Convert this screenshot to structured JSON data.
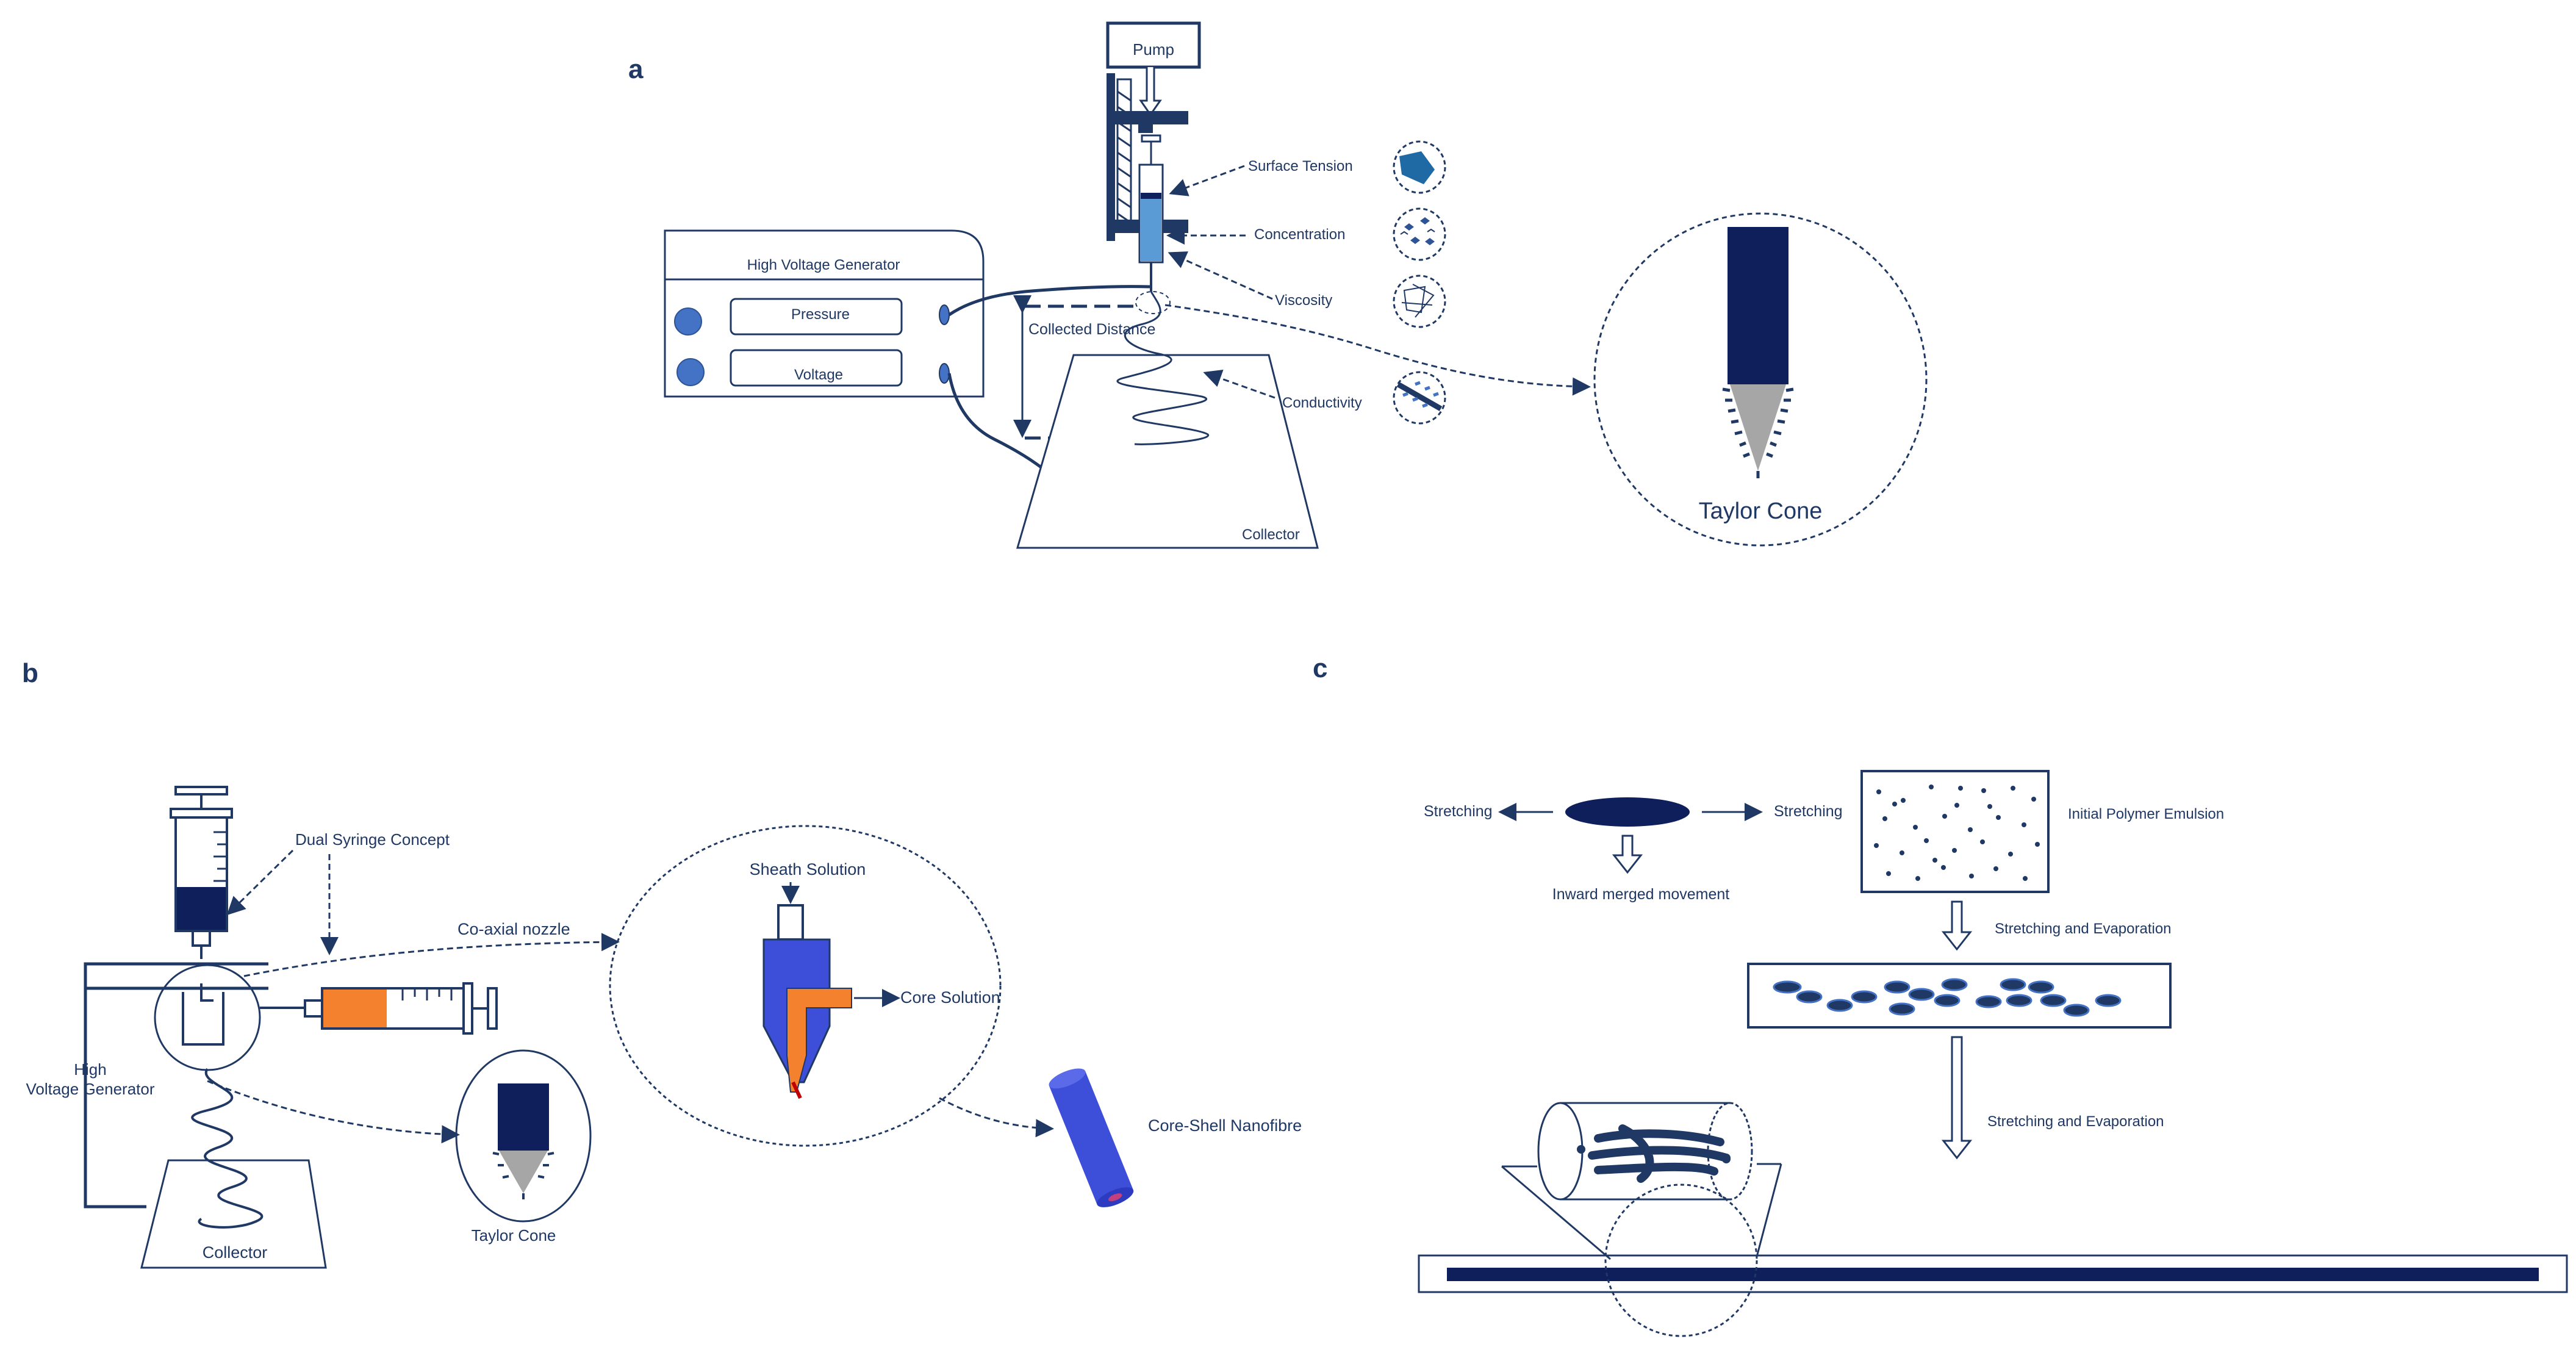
{
  "panels": {
    "a": {
      "letter": "a",
      "pump": "Pump",
      "generator_title": "High Voltage Generator",
      "pressure": "Pressure",
      "voltage": "Voltage",
      "collected_distance": "Collected Distance",
      "collector": "Collector",
      "surface_tension": "Surface Tension",
      "concentration": "Concentration",
      "viscosity": "Viscosity",
      "conductivity": "Conductivity",
      "taylor_cone": "Taylor Cone"
    },
    "b": {
      "letter": "b",
      "dual_syringe": "Dual Syringe Concept",
      "coaxial_nozzle": "Co-axial nozzle",
      "hv_line1": "High",
      "hv_line2": "Voltage Generator",
      "collector": "Collector",
      "taylor_cone": "Taylor Cone",
      "sheath_solution": "Sheath Solution",
      "core_solution": "Core Solution",
      "core_shell": "Core-Shell Nanofibre"
    },
    "c": {
      "letter": "c",
      "stretching_left": "Stretching",
      "stretching_right": "Stretching",
      "inward_merged": "Inward merged movement",
      "initial_emulsion": "Initial Polymer Emulsion",
      "stretch_evap_1": "Stretching and Evaporation",
      "stretch_evap_2": "Stretching and Evaporation"
    }
  },
  "colors": {
    "navy": "#1f3864",
    "dark_navy": "#0f1f5c",
    "blue_dot": "#4472c4",
    "light_blue": "#5b9bd5",
    "core_blue": "#3d4ed8",
    "orange": "#f4812e",
    "cone_gray": "#a6a6a6"
  }
}
